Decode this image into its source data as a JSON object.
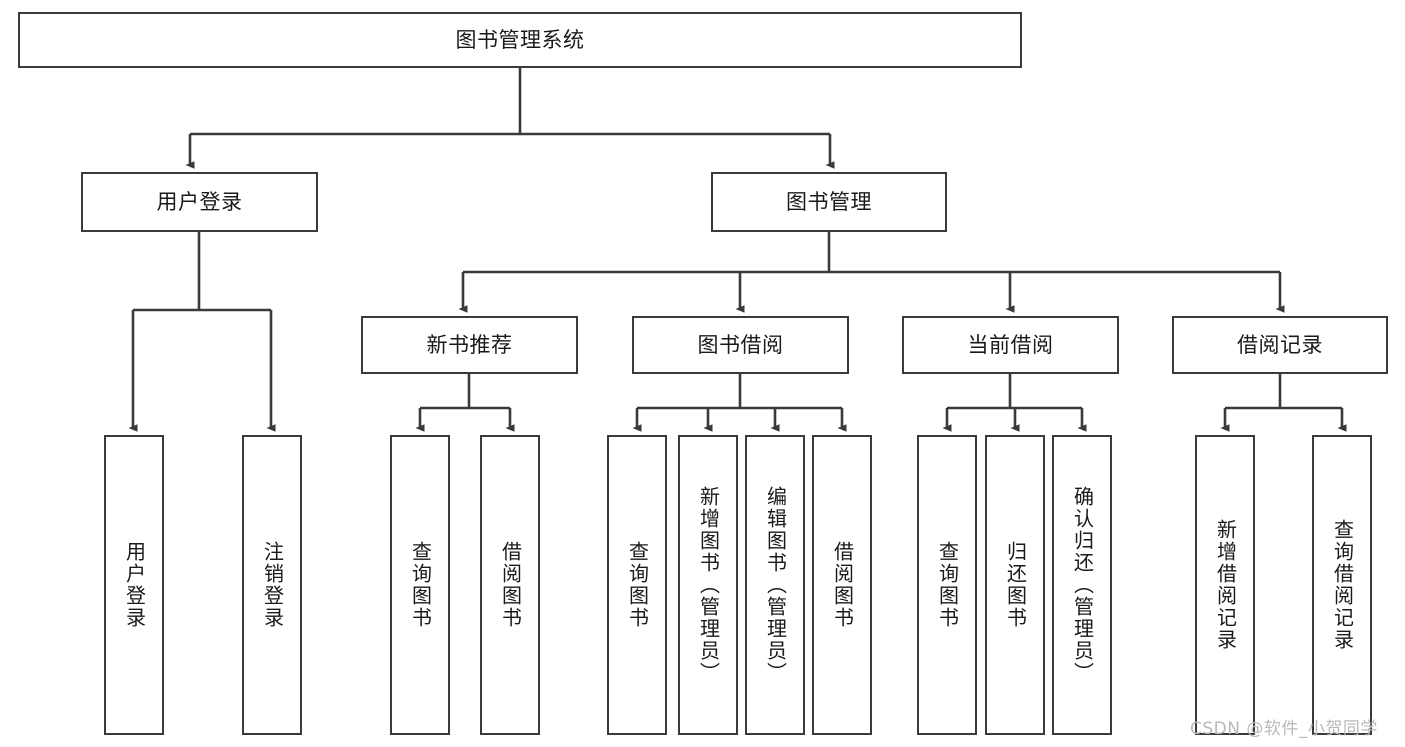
{
  "diagram": {
    "title": "图书管理系统",
    "type": "tree",
    "levels": 4,
    "colors": {
      "box_border": "#3a3a3a",
      "box_fill": "#ffffff",
      "edge": "#3a3a3a",
      "text": "#1a1a1a",
      "watermark": "#b9b9b9",
      "background": "#ffffff"
    },
    "nodes": {
      "root": {
        "label": "图书管理系统"
      },
      "level2": [
        {
          "id": "user-login",
          "label": "用户登录"
        },
        {
          "id": "book-management",
          "label": "图书管理"
        }
      ],
      "level3": [
        {
          "id": "new-book-recommend",
          "label": "新书推荐"
        },
        {
          "id": "book-borrow",
          "label": "图书借阅"
        },
        {
          "id": "current-borrow",
          "label": "当前借阅"
        },
        {
          "id": "borrow-record",
          "label": "借阅记录"
        }
      ],
      "leaves": [
        {
          "id": "leaf-user-login",
          "label": "用户登录",
          "parent": "user-login"
        },
        {
          "id": "leaf-logout",
          "label": "注销登录",
          "parent": "user-login"
        },
        {
          "id": "leaf-query-book-1",
          "label": "查询图书",
          "parent": "new-book-recommend"
        },
        {
          "id": "leaf-borrow-book-1",
          "label": "借阅图书",
          "parent": "new-book-recommend"
        },
        {
          "id": "leaf-query-book-2",
          "label": "查询图书",
          "parent": "book-borrow"
        },
        {
          "id": "leaf-add-book",
          "label": "新增图书（管理员）",
          "parent": "book-borrow"
        },
        {
          "id": "leaf-edit-book",
          "label": "编辑图书（管理员）",
          "parent": "book-borrow"
        },
        {
          "id": "leaf-borrow-book-2",
          "label": "借阅图书",
          "parent": "book-borrow"
        },
        {
          "id": "leaf-query-book-3",
          "label": "查询图书",
          "parent": "current-borrow"
        },
        {
          "id": "leaf-return-book",
          "label": "归还图书",
          "parent": "current-borrow"
        },
        {
          "id": "leaf-confirm-return",
          "label": "确认归还（管理员）",
          "parent": "current-borrow"
        },
        {
          "id": "leaf-add-record",
          "label": "新增借阅记录",
          "parent": "borrow-record"
        },
        {
          "id": "leaf-query-record",
          "label": "查询借阅记录",
          "parent": "borrow-record"
        }
      ]
    }
  },
  "watermark": {
    "text": "CSDN @软件_小贺同学"
  }
}
